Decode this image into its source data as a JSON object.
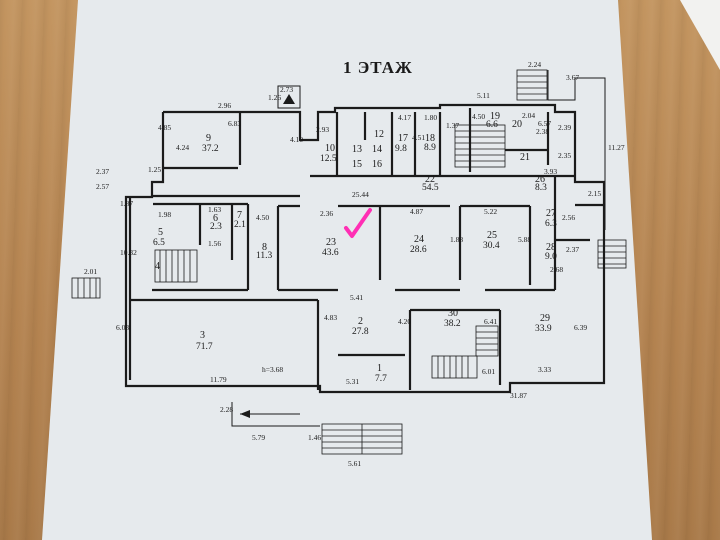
{
  "title": "1 ЭТАЖ",
  "rooms": [
    {
      "num": "1",
      "area": "7.7"
    },
    {
      "num": "2",
      "area": "27.8"
    },
    {
      "num": "3",
      "area": "71.7"
    },
    {
      "num": "4",
      "area": ""
    },
    {
      "num": "5",
      "area": "6.5"
    },
    {
      "num": "6",
      "area": "2.3"
    },
    {
      "num": "7",
      "area": "2.1"
    },
    {
      "num": "8",
      "area": "11.3"
    },
    {
      "num": "9",
      "area": "37.2"
    },
    {
      "num": "10",
      "area": "12.5"
    },
    {
      "num": "12",
      "area": ""
    },
    {
      "num": "13",
      "area": ""
    },
    {
      "num": "14",
      "area": ""
    },
    {
      "num": "15",
      "area": ""
    },
    {
      "num": "16",
      "area": ""
    },
    {
      "num": "17",
      "area": "9.8"
    },
    {
      "num": "18",
      "area": "8.9"
    },
    {
      "num": "19",
      "area": "6.6"
    },
    {
      "num": "20",
      "area": ""
    },
    {
      "num": "21",
      "area": ""
    },
    {
      "num": "22",
      "area": "54.5"
    },
    {
      "num": "23",
      "area": "43.6"
    },
    {
      "num": "24",
      "area": "28.6"
    },
    {
      "num": "25",
      "area": "30.4"
    },
    {
      "num": "26",
      "area": "8.3"
    },
    {
      "num": "27",
      "area": "6.3"
    },
    {
      "num": "28",
      "area": "9.0"
    },
    {
      "num": "29",
      "area": "33.9"
    },
    {
      "num": "30",
      "area": "38.2"
    }
  ],
  "dimensions": {
    "d_2_24": "2.24",
    "d_3_67": "3.67",
    "d_11_27": "11.27",
    "d_2_15": "2.15",
    "d_2_96": "2.96",
    "d_6_83": "6.83",
    "d_4_85": "4.85",
    "d_4_24": "4.24",
    "d_1_25": "1.25",
    "d_2_37": "2.37",
    "d_2_57": "2.57",
    "d_1_87": "1.87",
    "d_10_32": "10.32",
    "d_2_01": "2.01",
    "d_6_03": "6.03",
    "d_1_98": "1.98",
    "d_1_63": "1.63",
    "d_1_56": "1.56",
    "d_2_73": "2.73",
    "d_4_50": "4.50",
    "d_2_93": "2.93",
    "d_2_28_a": "2.28",
    "d_5_79": "5.79",
    "d_1_46": "1.46",
    "d_5_61": "5.61",
    "d_11_79": "11.79",
    "d_3_68": "h=3.68",
    "d_5_31": "5.31",
    "d_4_83": "4.83",
    "d_4_20": "4.20",
    "d_5_41": "5.41",
    "d_25_44": "25.44",
    "d_2_36": "2.36",
    "d_4_87": "4.87",
    "d_5_22": "5.22",
    "d_1_88": "1.88",
    "d_5_88": "5.88",
    "d_3_93": "3.93",
    "d_2_56": "2.56",
    "d_2_37b": "2.37",
    "d_2_68": "2.68",
    "d_6_39": "6.39",
    "d_6_41": "6.41",
    "d_6_01": "6.01",
    "d_3_33": "3.33",
    "d_31_87": "31.87",
    "d_5_11": "5.11",
    "d_4_17": "4.17",
    "d_1_80": "1.80",
    "d_4_51": "4.51",
    "d_4_50b": "4.50",
    "d_2_04": "2.04",
    "d_6_57": "6.57",
    "d_2_39": "2.39",
    "d_1_26": "1.26",
    "d_2_35": "2.35",
    "d_2_38": "2.38",
    "d_4_10": "4.10",
    "d_1_37": "1.37"
  },
  "colors": {
    "desk": "#b98a55",
    "paper": "#e7ebee",
    "ink": "#1b1b1b",
    "marker": "#ff2fb4"
  }
}
